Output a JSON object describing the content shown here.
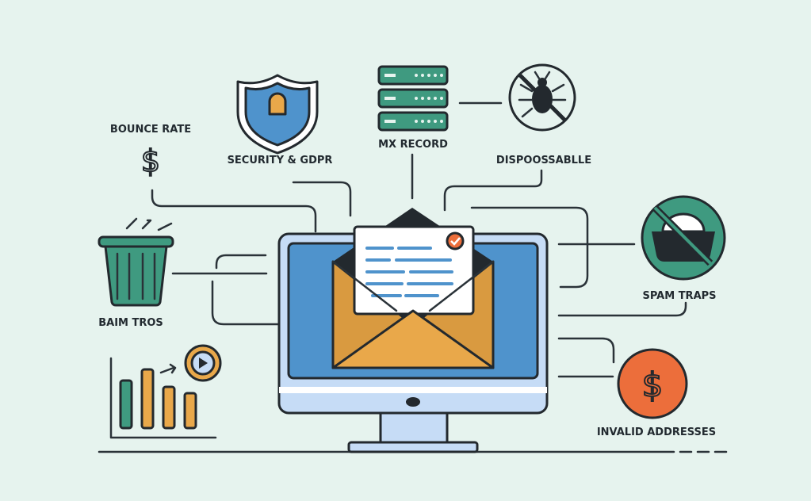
{
  "labels": {
    "bounce_rate": "BOUNCE RATE",
    "security": "SECURITY & GDPR",
    "mx_record": "MX RECORD",
    "disposable": "DISPOOSSABLLE",
    "spam_traps": "SPAM TRAPS",
    "invalid": "INVALID ADDRESSES",
    "trash": "BAIM TROS"
  },
  "glyphs": {
    "dollar": "$"
  },
  "colors": {
    "background": "#e6f3ee",
    "teal": "#3f9a80",
    "blue": "#4f93cc",
    "light_blue": "#c6dcf6",
    "orange_envelope": "#e9a84a",
    "orange_circle": "#ec6e3b",
    "outline": "#23292e"
  }
}
